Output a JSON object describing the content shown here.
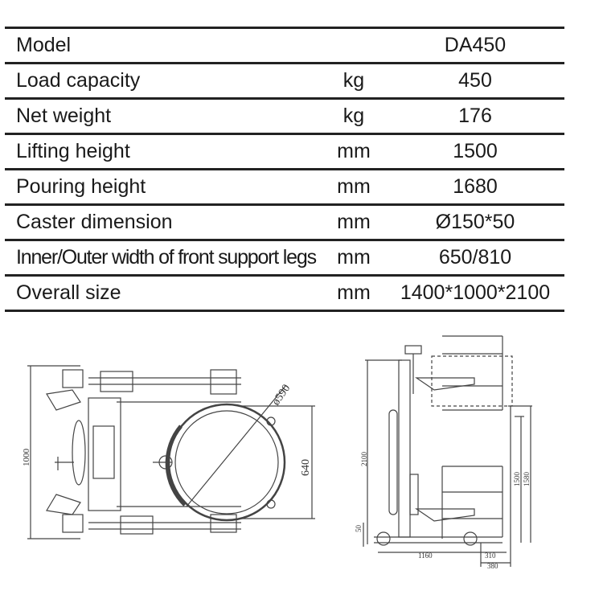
{
  "spec_table": {
    "rows": [
      {
        "label": "Model",
        "unit": "",
        "value": "DA450"
      },
      {
        "label": "Load capacity",
        "unit": "kg",
        "value": "450"
      },
      {
        "label": "Net weight",
        "unit": "kg",
        "value": "176"
      },
      {
        "label": "Lifting height",
        "unit": "mm",
        "value": "1500"
      },
      {
        "label": "Pouring height",
        "unit": "mm",
        "value": "1680"
      },
      {
        "label": "Caster dimension",
        "unit": "mm",
        "value": "Ø150*50"
      },
      {
        "label": "Inner/Outer width of front support legs",
        "unit": "mm",
        "value": "650/810"
      },
      {
        "label": "Overall size",
        "unit": "mm",
        "value": "1400*1000*2100"
      }
    ]
  },
  "top_view": {
    "dim_width": "1000",
    "dim_diameter": "ø590",
    "dim_depth": "640"
  },
  "side_view": {
    "dim_height": "2100",
    "dim_ground": "50",
    "dim_lift": "1500",
    "dim_pour": "1580",
    "dim_length": "1160",
    "dim_front1": "310",
    "dim_front2": "380"
  }
}
